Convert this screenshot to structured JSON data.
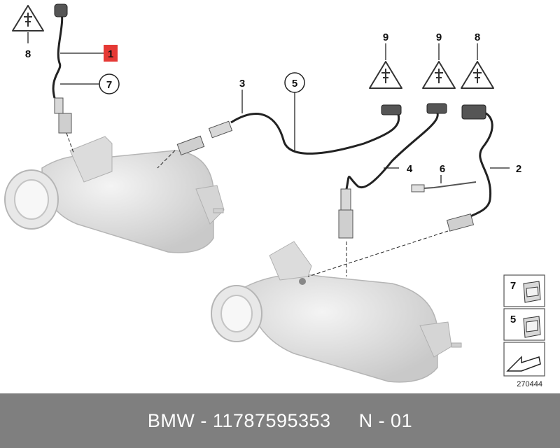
{
  "callouts": {
    "c1": "1",
    "c2": "2",
    "c3": "3",
    "c4": "4",
    "c5": "5",
    "c6": "6",
    "c7": "7",
    "c8a": "8",
    "c8b": "8",
    "c9a": "9",
    "c9b": "9"
  },
  "legend": {
    "clip7": "7",
    "clip5": "5",
    "diagram_number": "270444"
  },
  "footer": {
    "part": "BMW - 11787595353",
    "position": "N - 01"
  },
  "colors": {
    "highlight": "#e53935",
    "footer_bg": "#7f7f7f",
    "part_fill": "#e4e4e4"
  }
}
